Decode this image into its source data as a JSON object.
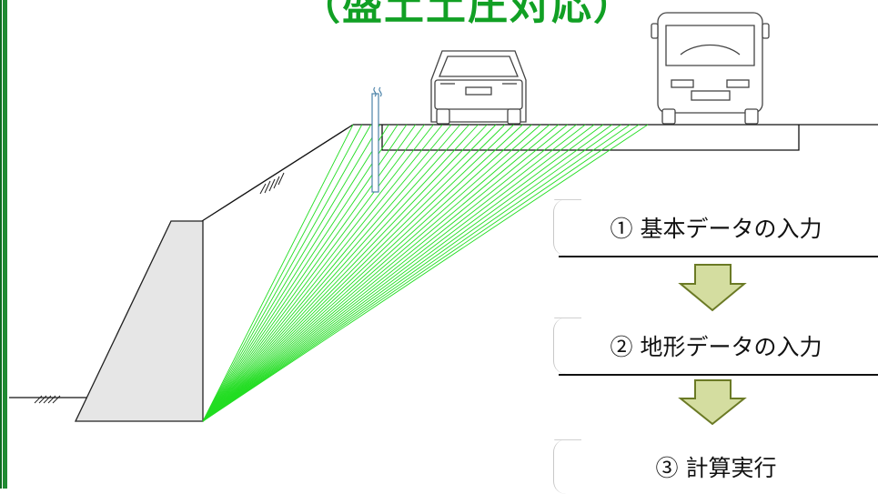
{
  "title": "（盛土土圧対応）",
  "steps": [
    {
      "label": "① 基本データの入力"
    },
    {
      "label": "② 地形データの入力"
    },
    {
      "label": "③ 計算実行"
    }
  ],
  "colors": {
    "title": "#11a024",
    "frame": "#1f8a32",
    "fan_lines": "#22dd22",
    "wall_fill": "#e6e6e6",
    "arrow_fill": "#d4dda0",
    "arrow_stroke": "#6b7a25"
  },
  "icons": [
    "car-icon",
    "truck-icon",
    "guardrail-post-icon",
    "ground-hatch-icon",
    "down-arrow-icon"
  ]
}
